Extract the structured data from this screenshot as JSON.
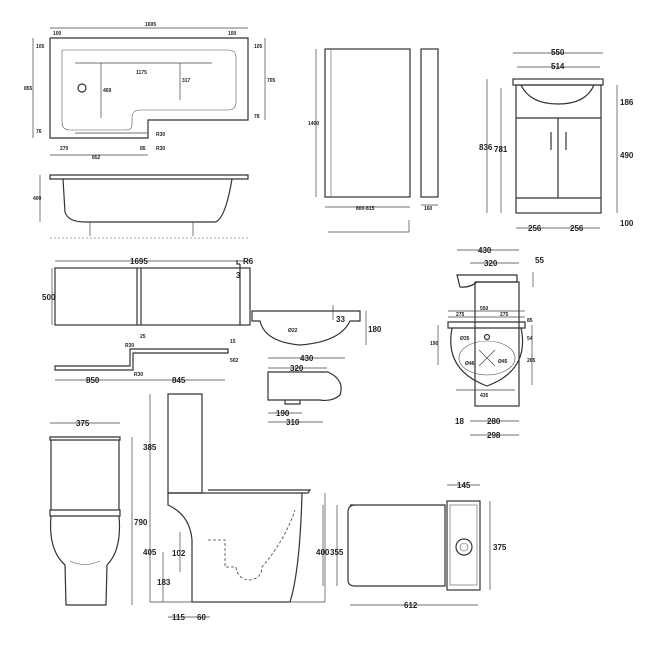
{
  "bath": {
    "plan": {
      "width": "1695",
      "left_end": "100",
      "right_end": "100",
      "depth": "855",
      "depth_right": "705",
      "top_inset_left": "105",
      "top_inset_right": "105",
      "bottom_inset_left": "76",
      "bottom_inset_right": "78",
      "inner_length": "1175",
      "inner_depth": "469",
      "inner_right_depth": "317",
      "waste_offset": "270",
      "step_width": "852",
      "step_offset": "85",
      "radius_1": "R30",
      "radius_2": "R30"
    },
    "elevation": {
      "height": "400"
    }
  },
  "shower_screen": {
    "height": "1400",
    "width": "800-815",
    "depth": "160"
  },
  "vanity": {
    "width": "550",
    "basin_width": "514",
    "total_height": "836",
    "cabinet_height": "781",
    "basin_height": "186",
    "door_height": "490",
    "plinth_height": "100",
    "door_width_left": "256",
    "door_width_right": "256"
  },
  "bath_panel": {
    "length": "1695",
    "height": "500",
    "edge_radius": "R6",
    "edge_thickness": "3",
    "l_radius_top": "R30",
    "l_radius_bottom": "R30",
    "l_left": "850",
    "l_right": "845",
    "tiny_1": "25",
    "tiny_2": "15",
    "tiny_3": "502"
  },
  "basin_side": {
    "tap_hole": "Ø22",
    "tap_offset": "33",
    "height": "180"
  },
  "basin_plan": {
    "depth": "430",
    "bowl_depth": "320",
    "waste": "190",
    "bowl_width": "310"
  },
  "small_basin": {
    "width": "550",
    "half_left": "275",
    "half_right": "275",
    "depth": "190",
    "tap_hole": "Ø35",
    "bowl_width": "435",
    "rim": "85",
    "offset": "54",
    "bowl_depth": "265",
    "waste_1": "Ø46",
    "waste_2": "Ø45"
  },
  "vanity_side": {
    "depth": "430",
    "basin_depth": "320",
    "rim": "55",
    "back": "18",
    "cabinet_depth": "280",
    "total_depth": "298"
  },
  "toilet": {
    "front": {
      "width": "375",
      "height": "790"
    },
    "side": {
      "cistern_height": "385",
      "pan_height": "405",
      "outlet_height": "102",
      "outlet_from_floor": "183",
      "outlet_offset": "115",
      "outlet_width": "60"
    },
    "top": {
      "cistern_depth": "145",
      "width": "375",
      "pan_height": "400",
      "seat_width": "355",
      "length": "612"
    }
  }
}
